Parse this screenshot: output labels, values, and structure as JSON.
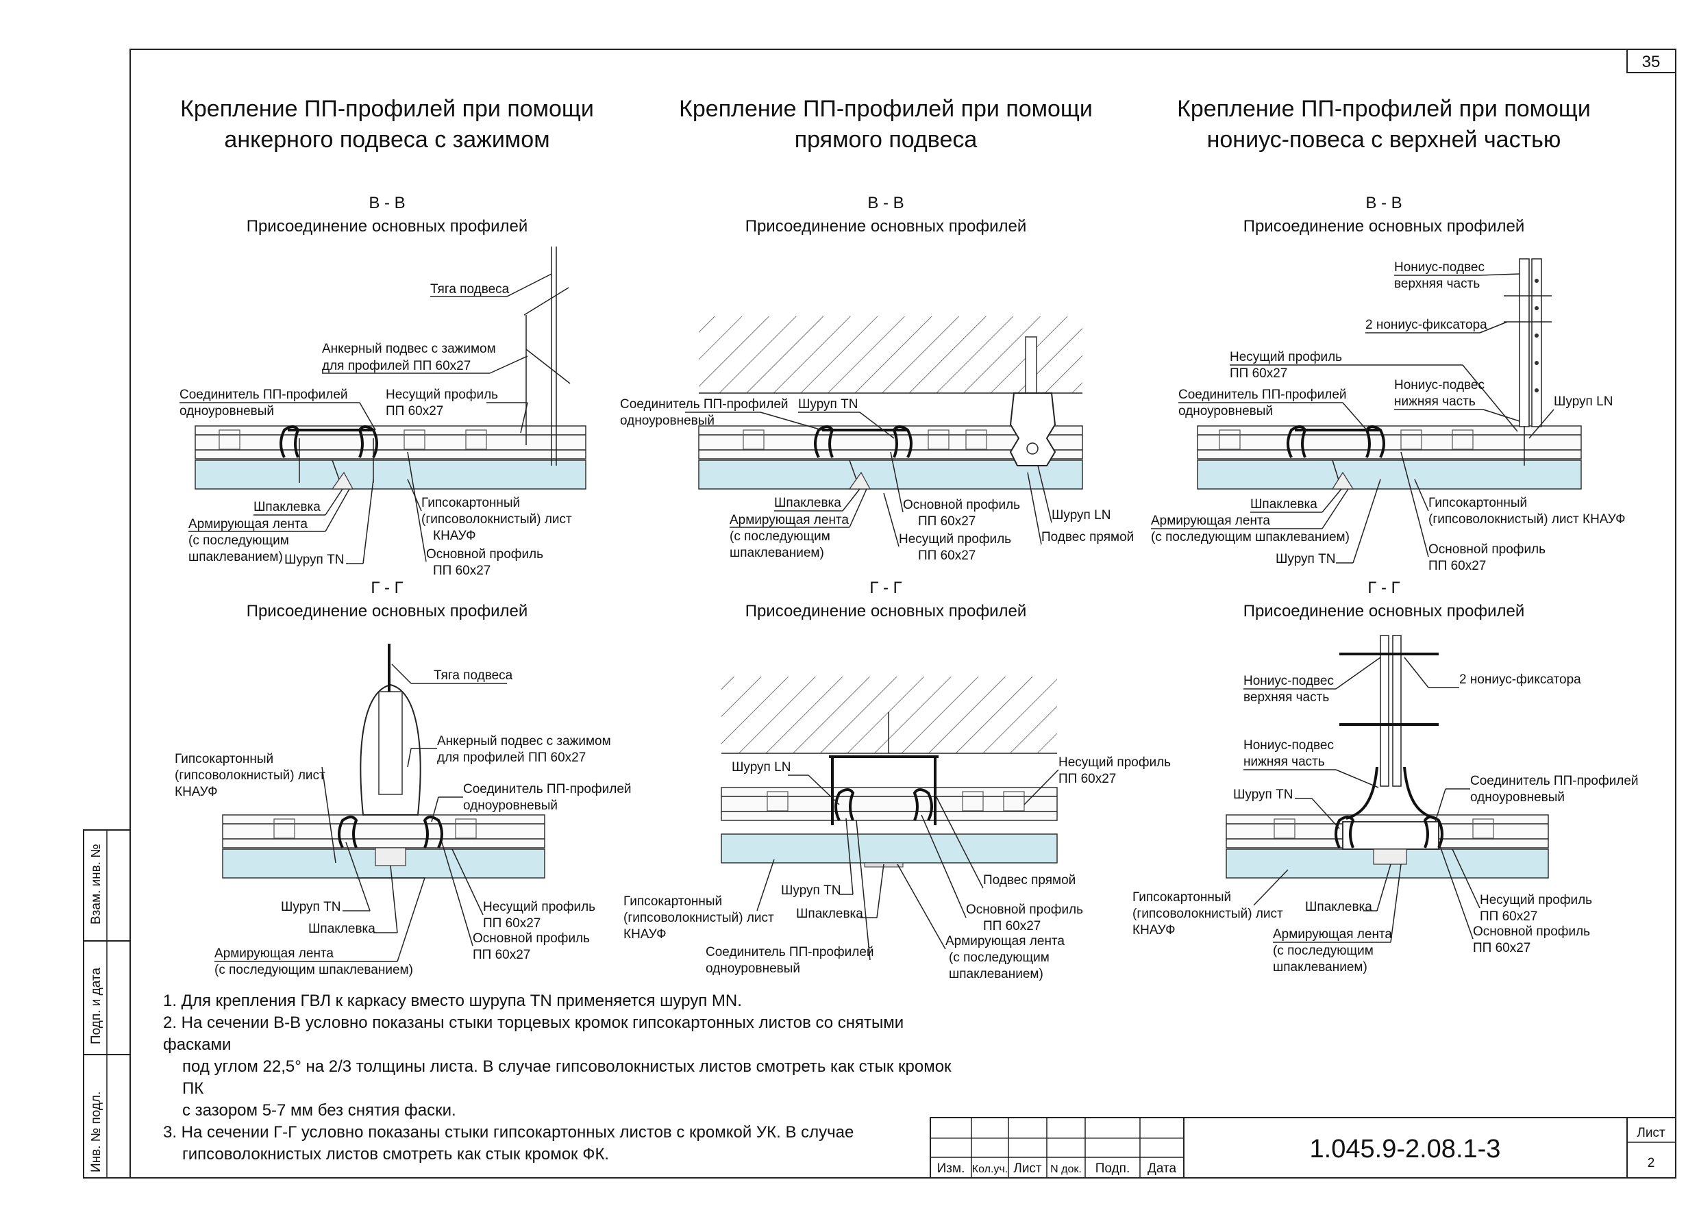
{
  "sheet_number_top": "35",
  "columns": [
    {
      "title": [
        "Крепление ПП-профилей при помощи",
        "анкерного подвеса с зажимом"
      ],
      "sec_b": {
        "mark": "В - В",
        "sub": "Присоединение основных профилей",
        "labels": {
          "tyaga": "Тяга подвеса",
          "anchor1": "Анкерный подвес с зажимом",
          "anchor2": "для профилей ПП 60х27",
          "conn1": "Соединитель ПП-профилей",
          "conn2": "одноуровневый",
          "bear1": "Несущий профиль",
          "bear2": "ПП 60х27",
          "shp": "Шпаклевка",
          "arm1": "Армирующая лента",
          "arm2": "(с последующим",
          "arm3": "шпаклеванием)",
          "screw": "Шуруп TN",
          "gk1": "Гипсокартонный",
          "gk2": "(гипсоволокнистый) лист",
          "gk3": "КНАУФ",
          "main1": "Основной профиль",
          "main2": "ПП 60х27"
        }
      },
      "sec_g": {
        "mark": "Г - Г",
        "sub": "Присоединение основных профилей",
        "labels": {
          "tyaga": "Тяга подвеса",
          "anchor1": "Анкерный подвес с зажимом",
          "anchor2": "для профилей ПП 60х27",
          "gk1": "Гипсокартонный",
          "gk2": "(гипсоволокнистый) лист",
          "gk3": "КНАУФ",
          "conn1": "Соединитель ПП-профилей",
          "conn2": "одноуровневый",
          "screw": "Шуруп TN",
          "shp": "Шпаклевка",
          "bear1": "Несущий профиль",
          "bear2": "ПП 60х27",
          "main1": "Основной профиль",
          "main2": "ПП 60х27",
          "arm1": "Армирующая лента",
          "arm2": "(с последующим шпаклеванием)"
        }
      }
    },
    {
      "title": [
        "Крепление ПП-профилей при помощи",
        "прямого подвеса"
      ],
      "sec_b": {
        "mark": "В - В",
        "sub": "Присоединение основных профилей",
        "labels": {
          "conn1": "Соединитель ПП-профилей",
          "conn2": "одноуровневый",
          "screw": "Шуруп TN",
          "shp": "Шпаклевка",
          "arm1": "Армирующая лента",
          "arm2": "(с последующим",
          "arm3": "шпаклеванием)",
          "main1": "Основной профиль",
          "main2": "ПП 60х27",
          "bear1": "Несущий профиль",
          "bear2": "ПП 60х27",
          "screwln": "Шуруп LN",
          "direct": "Подвес прямой"
        }
      },
      "sec_g": {
        "mark": "Г - Г",
        "sub": "Присоединение основных профилей",
        "labels": {
          "screwln": "Шуруп LN",
          "bear1": "Несущий профиль",
          "bear2": "ПП 60х27",
          "direct": "Подвес прямой",
          "gk1": "Гипсокартонный",
          "gk2": "(гипсоволокнистый) лист",
          "gk3": "КНАУФ",
          "screw": "Шуруп TN",
          "shp": "Шпаклевка",
          "main1": "Основной профиль",
          "main2": "ПП 60х27",
          "arm1": "Армирующая лента",
          "arm2": "(с последующим",
          "arm3": "шпаклеванием)",
          "conn1": "Соединитель ПП-профилей",
          "conn2": "одноуровневый"
        }
      }
    },
    {
      "title": [
        "Крепление ПП-профилей при помощи",
        "нониус-повеса с верхней частью"
      ],
      "sec_b": {
        "mark": "В - В",
        "sub": "Присоединение основных профилей",
        "labels": {
          "nonup1": "Нониус-подвес",
          "nonup2": "верхняя часть",
          "fix": "2 нониус-фиксатора",
          "bear1": "Несущий профиль",
          "bear2": "ПП 60х27",
          "conn1": "Соединитель ПП-профилей",
          "conn2": "одноуровневый",
          "nonlow1": "Нониус-подвес",
          "nonlow2": "нижняя часть",
          "screwln": "Шуруп LN",
          "shp": "Шпаклевка",
          "arm1": "Армирующая лента",
          "arm2": "(с последующим шпаклеванием)",
          "screw": "Шуруп TN",
          "gk1": "Гипсокартонный",
          "gk2": "(гипсоволокнистый) лист КНАУФ",
          "main1": "Основной профиль",
          "main2": "ПП 60х27"
        }
      },
      "sec_g": {
        "mark": "Г - Г",
        "sub": "Присоединение основных профилей",
        "labels": {
          "nonup1": "Нониус-подвес",
          "nonup2": "верхняя часть",
          "fix": "2 нониус-фиксатора",
          "nonlow1": "Нониус-подвес",
          "nonlow2": "нижняя часть",
          "conn1": "Соединитель ПП-профилей",
          "conn2": "одноуровневый",
          "screw": "Шуруп TN",
          "gk1": "Гипсокартонный",
          "gk2": "(гипсоволокнистый) лист",
          "gk3": "КНАУФ",
          "shp": "Шпаклевка",
          "bear1": "Несущий профиль",
          "bear2": "ПП 60х27",
          "arm1": "Армирующая лента",
          "arm2": "(с последующим",
          "arm3": "шпаклеванием)",
          "main1": "Основной профиль",
          "main2": "ПП 60х27"
        }
      }
    }
  ],
  "notes": [
    "1. Для крепления ГВЛ к каркасу вместо шурупа TN применяется шуруп MN.",
    "2. На сечении В-В условно показаны стыки торцевых кромок гипсокартонных листов со снятыми фасками",
    "под углом 22,5° на 2/3 толщины листа. В случае гипсоволокнистых листов смотреть как стык кромок ПК",
    "с зазором 5-7 мм без снятия фаски.",
    "3. На сечении Г-Г условно показаны стыки гипсокартонных листов с кромкой УК. В случае",
    "гипсоволокнистых листов смотреть как стык кромок ФК."
  ],
  "side_stamp": [
    "Взам. инв. №",
    "Подп. и дата",
    "Инв. № подл."
  ],
  "title_block": {
    "headers": [
      "Изм.",
      "Кол.уч.",
      "Лист",
      "N док.",
      "Подп.",
      "Дата"
    ],
    "code": "1.045.9-2.08.1-3",
    "sheet_label": "Лист",
    "sheet_value": "2"
  },
  "colors": {
    "board": "#cde8ef",
    "line": "#222222"
  }
}
